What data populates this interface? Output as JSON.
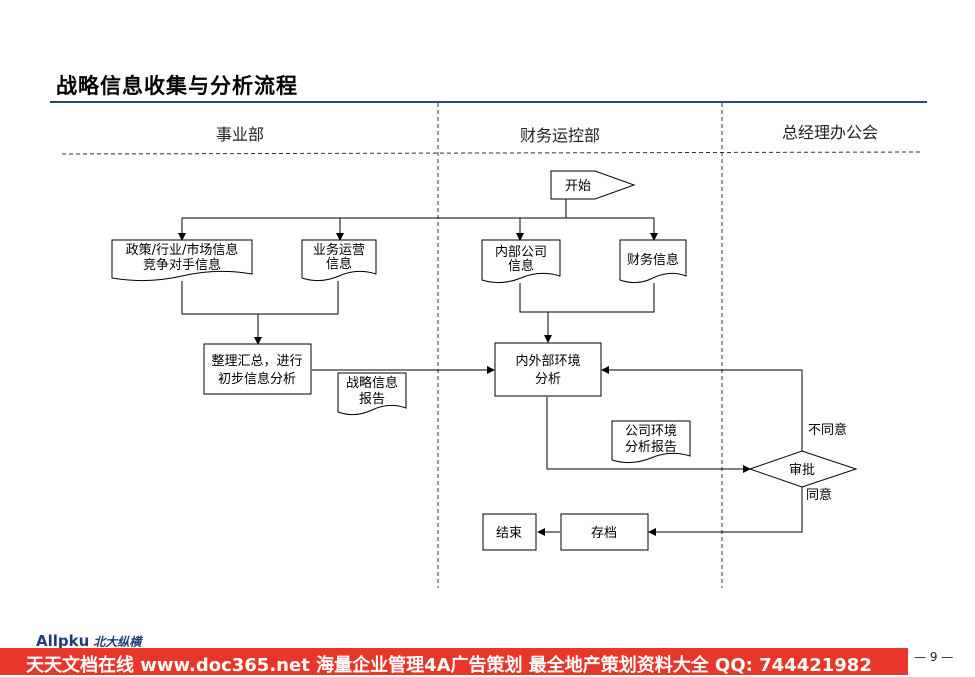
{
  "title": "战略信息收集与分析流程",
  "lanes": [
    "事业部",
    "财务运控部",
    "总经理办公会"
  ],
  "nodes": {
    "start": "开始",
    "doc_policy_line1": "政策/行业/市场信息",
    "doc_policy_line2": "竞争对手信息",
    "doc_ops_line1": "业务运营",
    "doc_ops_line2": "信息",
    "doc_internal_line1": "内部公司",
    "doc_internal_line2": "信息",
    "doc_finance": "财务信息",
    "proc_summary_line1": "整理汇总，进行",
    "proc_summary_line2": "初步信息分析",
    "doc_strategy_line1": "战略信息",
    "doc_strategy_line2": "报告",
    "proc_env_line1": "内外部环境",
    "proc_env_line2": "分析",
    "doc_env_report_line1": "公司环境",
    "doc_env_report_line2": "分析报告",
    "decision": "审批",
    "disagree": "不同意",
    "agree": "同意",
    "proc_archive": "存档",
    "end": "结束"
  },
  "footer": {
    "logo": "Allpku",
    "logo_sub": "北大纵横",
    "banner": "天天文档在线  www.doc365.net  海量企业管理4A广告策划 最全地产策划资料大全  QQ: 744421982",
    "page_number": "— 9 —"
  }
}
